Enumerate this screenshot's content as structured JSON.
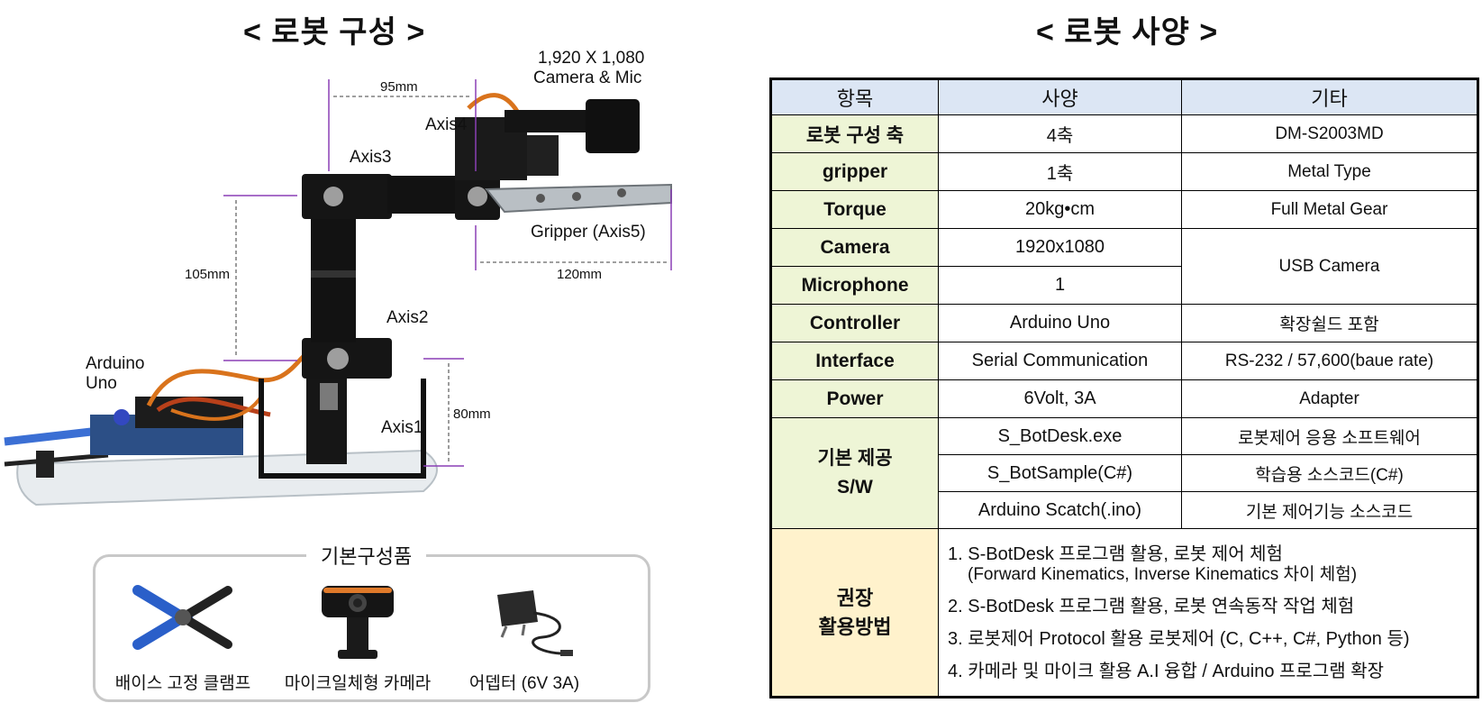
{
  "left": {
    "title": "< 로봇 구성 >",
    "camera_label_1": "1,920 X 1,080",
    "camera_label_2": "Camera & Mic",
    "axis4": "Axis4",
    "axis3": "Axis3",
    "axis2": "Axis2",
    "axis1": "Axis1",
    "gripper": "Gripper (Axis5)",
    "arduino_1": "Arduino",
    "arduino_2": "Uno",
    "dim_95": "95mm",
    "dim_105": "105mm",
    "dim_120": "120mm",
    "dim_80": "80mm",
    "kit": {
      "title": "기본구성품",
      "items": [
        {
          "label": "배이스 고정 클램프",
          "icon": "clamp-icon"
        },
        {
          "label": "마이크일체형 카메라",
          "icon": "webcam-icon"
        },
        {
          "label": "어뎁터 (6V 3A)",
          "icon": "adapter-icon"
        }
      ]
    }
  },
  "right": {
    "title": "< 로봇 사양 >",
    "table": {
      "headers": [
        "항목",
        "사양",
        "기타"
      ],
      "rows": [
        {
          "key": "로봇 구성 축",
          "spec": "4축",
          "note": "DM-S2003MD"
        },
        {
          "key": "gripper",
          "spec": "1축",
          "note": "Metal Type"
        },
        {
          "key": "Torque",
          "spec": "20kg•cm",
          "note": "Full Metal Gear"
        },
        {
          "key": "Camera",
          "spec": "1920x1080",
          "note": "USB Camera"
        },
        {
          "key": "Microphone",
          "spec": "1",
          "note": ""
        },
        {
          "key": "Controller",
          "spec": "Arduino Uno",
          "note": "확장쉴드 포함"
        },
        {
          "key": "Interface",
          "spec": "Serial Communication",
          "note": "RS-232  /  57,600(baue rate)"
        },
        {
          "key": "Power",
          "spec": "6Volt, 3A",
          "note": "Adapter"
        }
      ],
      "sw": {
        "key_1": "기본 제공",
        "key_2": "S/W",
        "rows": [
          {
            "spec": "S_BotDesk.exe",
            "note": "로봇제어 응용 소프트웨어"
          },
          {
            "spec": "S_BotSample(C#)",
            "note": "학습용 소스코드(C#)"
          },
          {
            "spec": "Arduino Scatch(.ino)",
            "note": "기본 제어기능 소스코드"
          }
        ]
      },
      "recommend": {
        "key_1": "권장",
        "key_2": "활용방법",
        "items": [
          "1. S-BotDesk 프로그램 활용,  로봇 제어 체험",
          "(Forward Kinematics, Inverse Kinematics 차이 체험)",
          "2. S-BotDesk 프로그램 활용,  로봇 연속동작 작업 체험",
          "3. 로봇제어 Protocol 활용 로봇제어 (C, C++, C#, Python 등)",
          "4. 카메라 및 마이크 활용 A.I 융합 / Arduino 프로그램 확장"
        ]
      }
    }
  },
  "colors": {
    "header_bg": "#dce6f4",
    "key_bg": "#eef5d6",
    "recommend_bg": "#fff2cc",
    "dimension_line": "#8a3fb5",
    "servo_wire_orange": "#d9731c"
  }
}
